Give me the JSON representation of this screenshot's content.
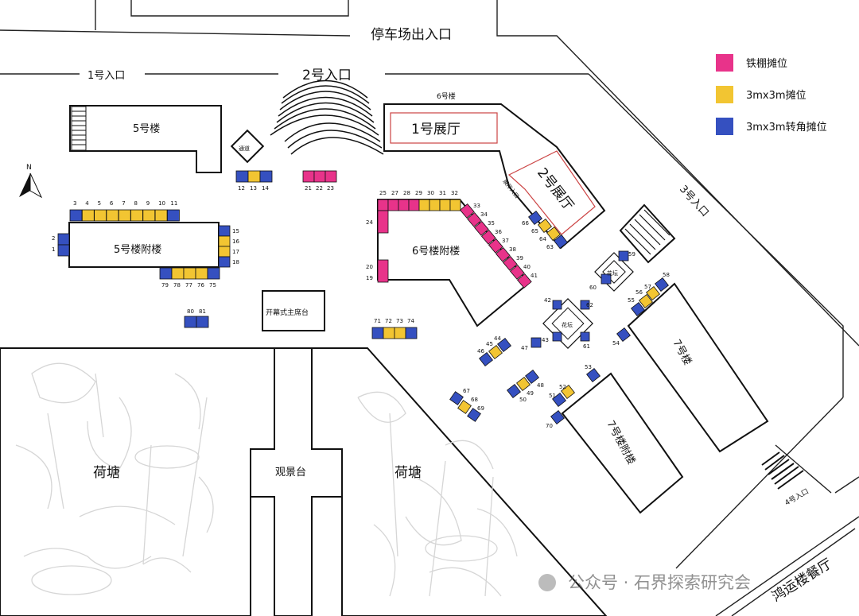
{
  "roads": {
    "parking": "停车场出入口",
    "gate1": "1号入口",
    "gate2": "2号入口",
    "gate3": "3号入口",
    "gate4": "4号入口"
  },
  "buildings": {
    "b5": "5号楼",
    "b5_annex": "5号楼附楼",
    "b6": "6号楼",
    "b6_annex": "6号楼附楼",
    "hall1": "1号展厅",
    "hall2": "2号展厅",
    "hall2_entry": "展厅入口",
    "b7": "7号楼",
    "b7_annex": "7号楼附楼",
    "passage": "通道",
    "stage": "开幕式主席台",
    "pond_left": "荷塘",
    "pond_right": "荷塘",
    "viewing": "观景台",
    "restaurant": "鸿运楼餐厅",
    "lantern": "花坛"
  },
  "legend": {
    "colors": {
      "iron": "#e8338a",
      "std": "#f2c532",
      "corner": "#3550c0"
    },
    "items": [
      {
        "key": "iron",
        "label": "铁棚摊位"
      },
      {
        "key": "std",
        "label": "3mx3m摊位"
      },
      {
        "key": "corner",
        "label": "3mx3m转角摊位"
      }
    ]
  },
  "booths": {
    "n1": "1",
    "n2": "2",
    "n3": "3",
    "n4": "4",
    "n5": "5",
    "n6": "6",
    "n7": "7",
    "n8": "8",
    "n9": "9",
    "n10": "10",
    "n11": "11",
    "n12": "12",
    "n13": "13",
    "n14": "14",
    "n15": "15",
    "n16": "16",
    "n17": "17",
    "n18": "18",
    "n19": "19",
    "n20": "20",
    "n21": "21",
    "n22": "22",
    "n23": "23",
    "n24": "24",
    "n25": "25",
    "n27": "27",
    "n28": "28",
    "n29": "29",
    "n30": "30",
    "n31": "31",
    "n32": "32",
    "n33": "33",
    "n34": "34",
    "n35": "35",
    "n36": "36",
    "n37": "37",
    "n38": "38",
    "n39": "39",
    "n40": "40",
    "n41": "41",
    "n42": "42",
    "n43": "43",
    "n44": "44",
    "n45": "45",
    "n46": "46",
    "n47": "47",
    "n48": "48",
    "n49": "49",
    "n50": "50",
    "n51": "51",
    "n52": "52",
    "n53": "53",
    "n54": "54",
    "n55": "55",
    "n56": "56",
    "n57": "57",
    "n58": "58",
    "n59": "59",
    "n60": "60",
    "n61": "61",
    "n62": "62",
    "n63": "63",
    "n64": "64",
    "n65": "65",
    "n66": "66",
    "n67": "67",
    "n68": "68",
    "n69": "69",
    "n70": "70",
    "n71": "71",
    "n72": "72",
    "n73": "73",
    "n74": "74",
    "n75": "75",
    "n76": "76",
    "n77": "77",
    "n78": "78",
    "n79": "79",
    "n80": "80",
    "n81": "81"
  },
  "compass": "N",
  "watermark": "公众号 · 石界探索研究会"
}
